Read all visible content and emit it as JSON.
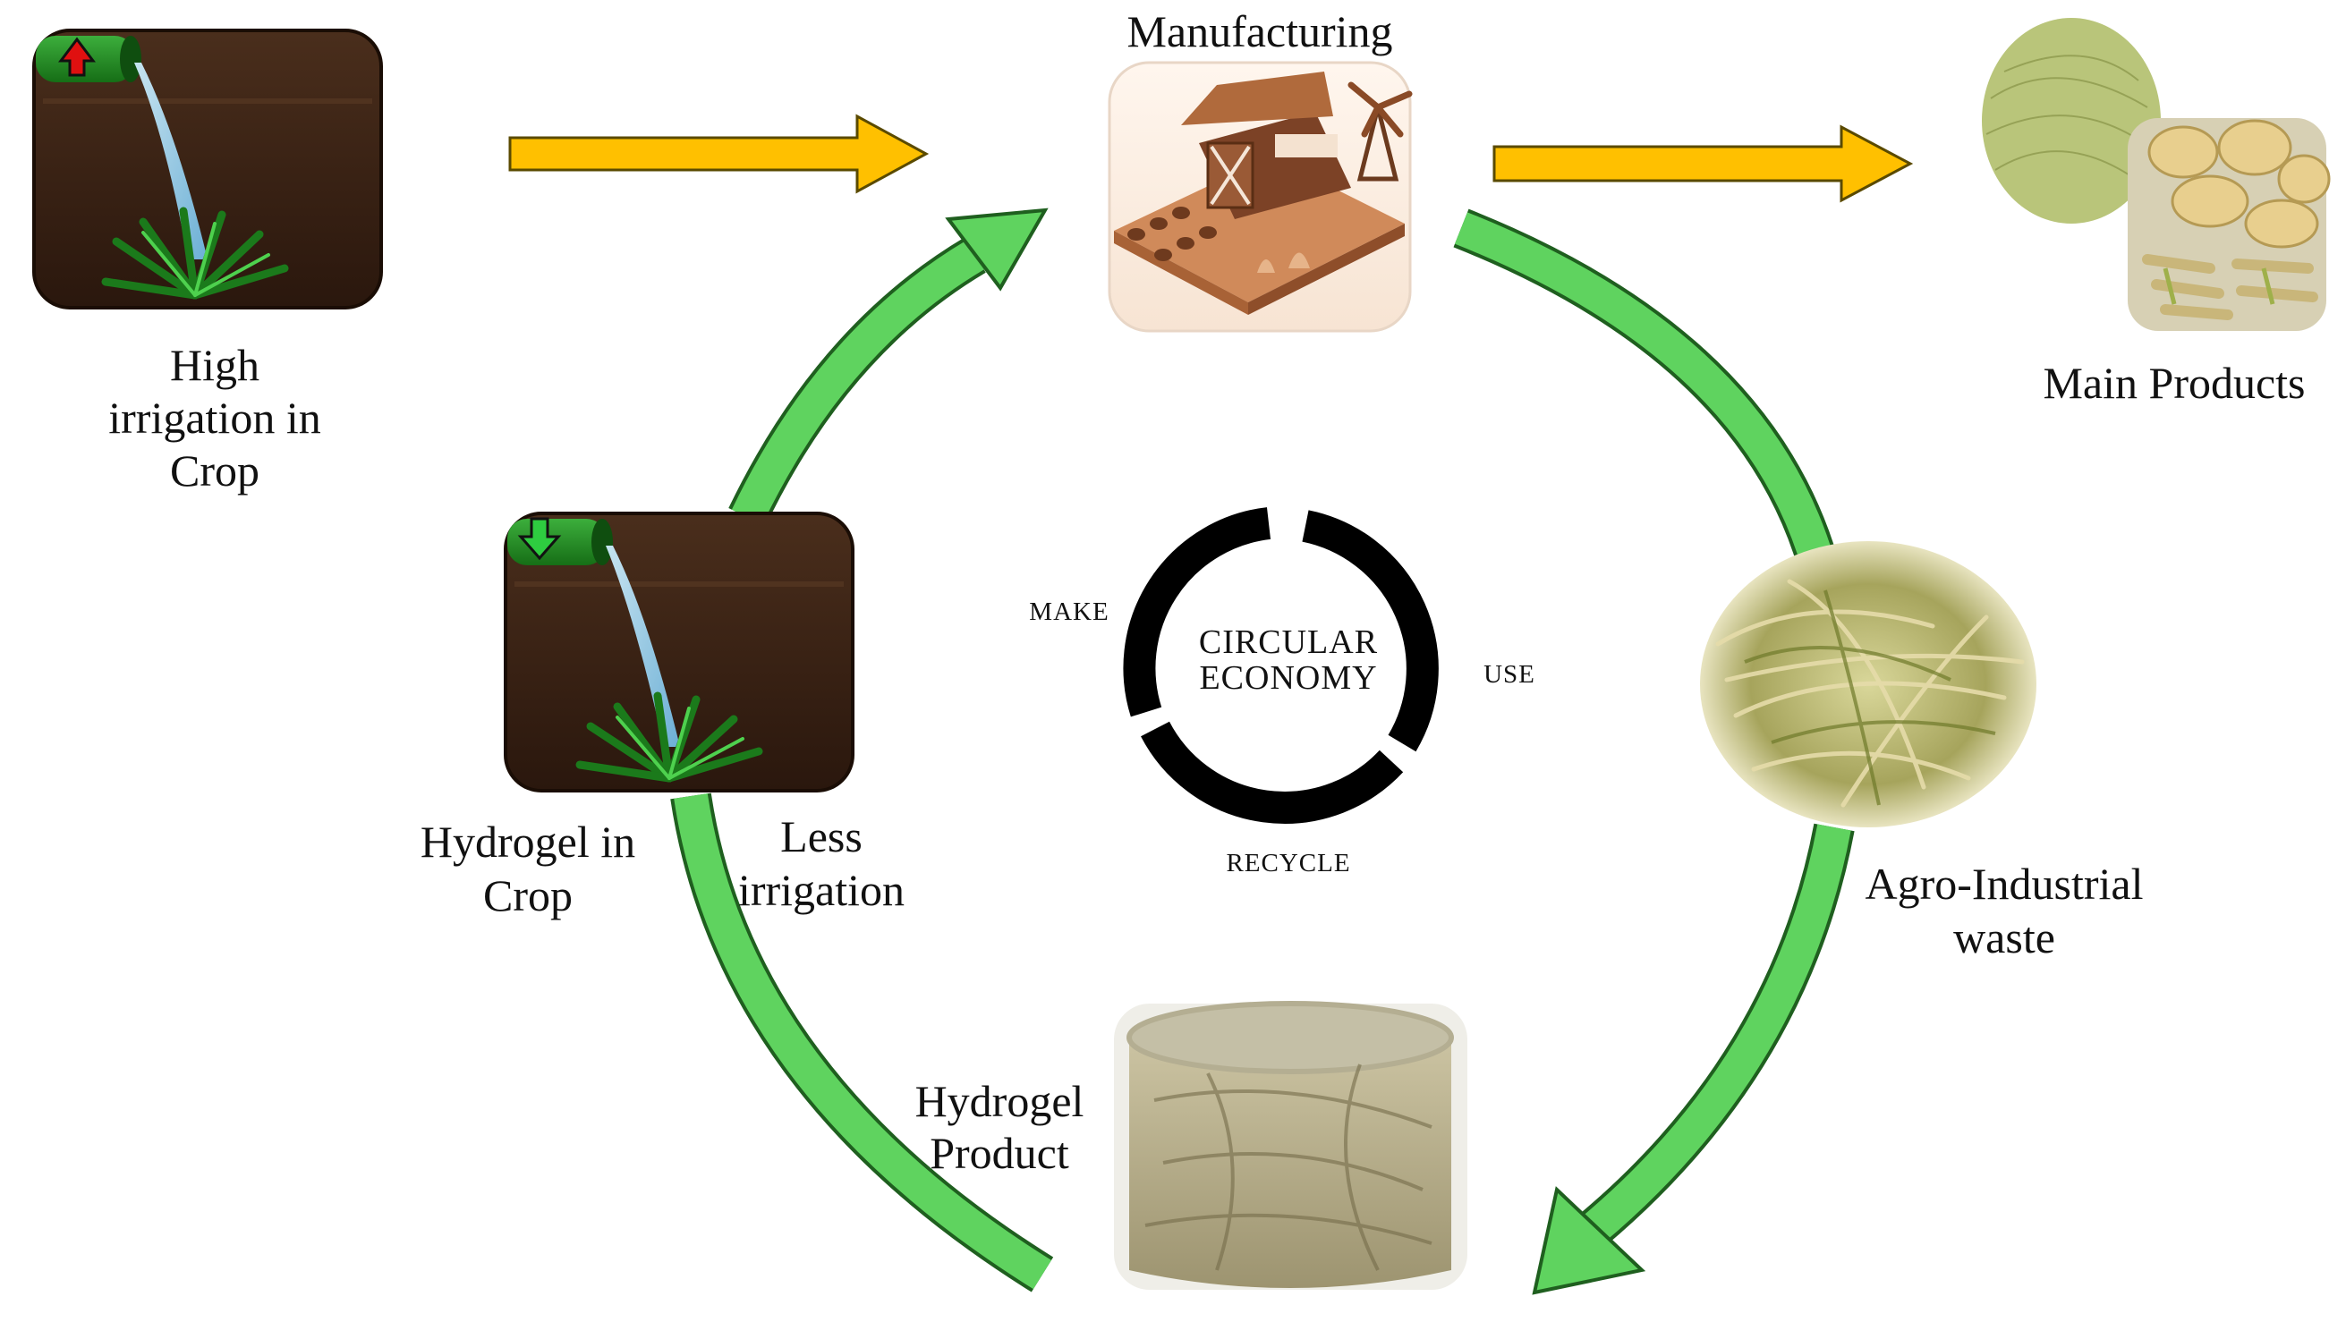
{
  "labels": {
    "manufacturing": "Manufacturing",
    "high_irrigation": [
      "High",
      "irrigation in",
      "Crop"
    ],
    "main_products": "Main Products",
    "hydrogel_in_crop": [
      "Hydrogel in",
      "Crop"
    ],
    "less_irrigation": [
      "Less",
      "irrigation"
    ],
    "agro_waste": [
      "Agro-Industrial",
      "waste"
    ],
    "hydrogel_product": [
      "Hydrogel",
      "Product"
    ]
  },
  "cycle": {
    "center": [
      "CIRCULAR",
      "ECONOMY"
    ],
    "make": "MAKE",
    "use": "USE",
    "recycle": "RECYCLE"
  },
  "colors": {
    "green_arrow": "#5fd35f",
    "yellow_arrow": "#ffc000",
    "soil": "#3a2416",
    "ring": "#000000"
  },
  "icons": {
    "high_irrigation": "soil-water-pipe-red-up-icon",
    "low_irrigation": "soil-water-pipe-green-down-icon",
    "manufacturing": "farm-barn-windmill-icon",
    "main_products": "fiber-products-photo",
    "agro_waste": "fibrous-waste-photo",
    "hydrogel": "hydrogel-jar-photo"
  }
}
